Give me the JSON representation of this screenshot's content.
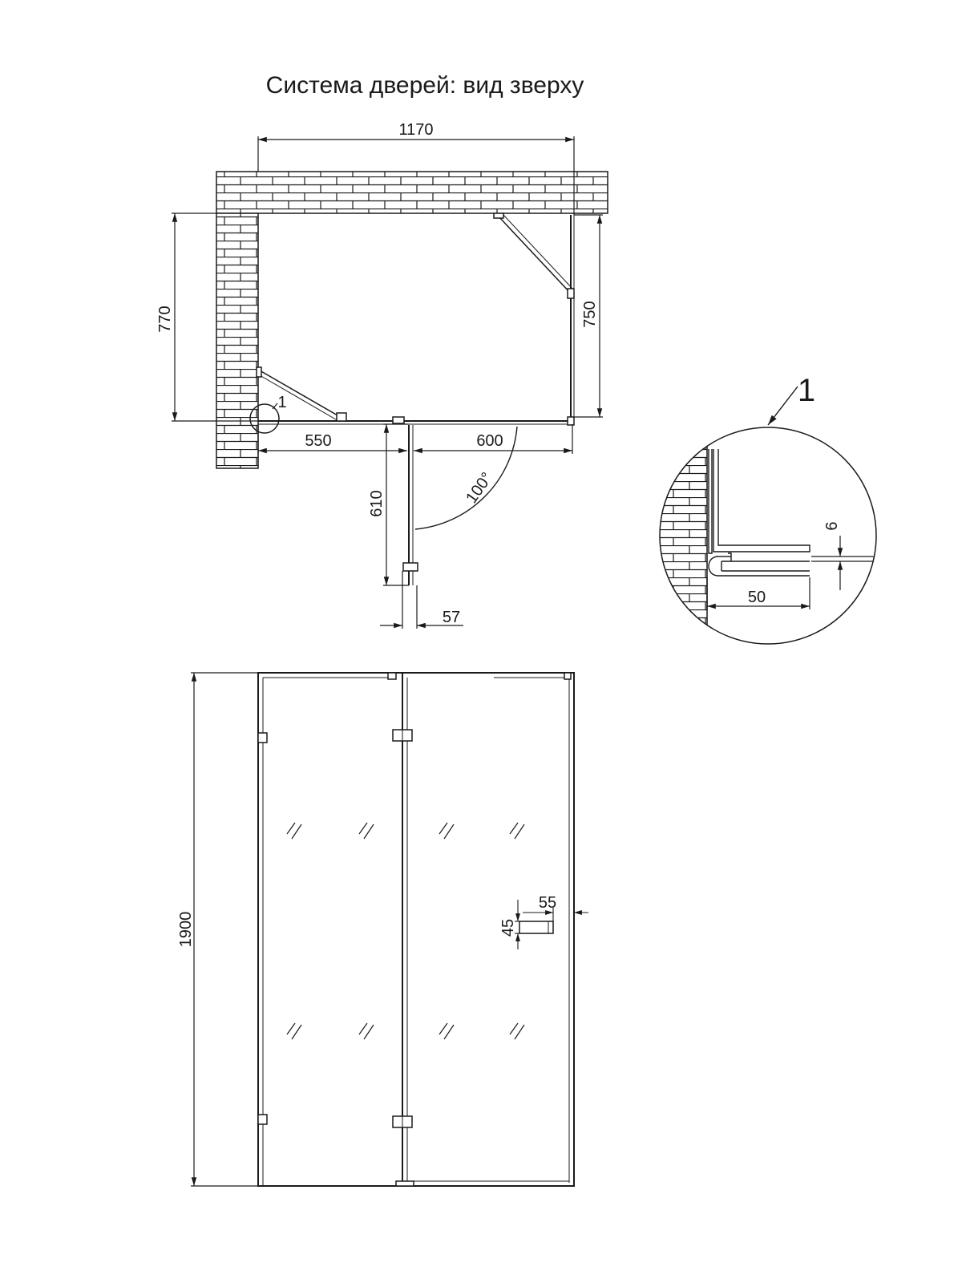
{
  "title": "Система дверей: вид зверху",
  "dimensions": {
    "width_total": "1170",
    "depth_left": "770",
    "depth_right": "750",
    "fixed_panel": "550",
    "door_panel": "600",
    "door_opening": "610",
    "angle": "100°",
    "offset": "57",
    "height": "1900",
    "handle_width": "55",
    "handle_height": "45",
    "detail_gap": "6",
    "detail_width": "50"
  },
  "callouts": {
    "marker": "1",
    "detail_marker": "1"
  },
  "colors": {
    "line": "#1a1a1a",
    "background": "#ffffff"
  }
}
